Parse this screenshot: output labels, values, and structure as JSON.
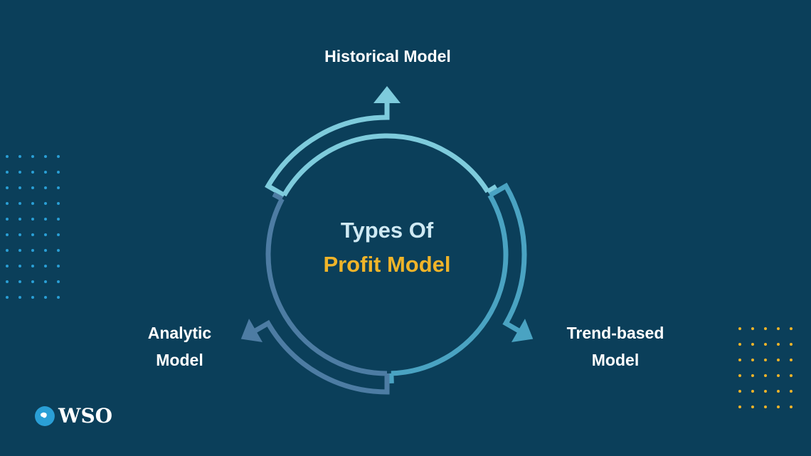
{
  "center": {
    "line1": "Types Of",
    "line2": "Profit Model"
  },
  "labels": {
    "top": "Historical Model",
    "right_line1": "Trend-based",
    "right_line2": "Model",
    "left_line1": "Analytic",
    "left_line2": "Model"
  },
  "logo": {
    "text": "WSO"
  },
  "colors": {
    "background": "#0b3f5a",
    "segment_top": "#7ecbdc",
    "segment_right": "#4aa3c2",
    "segment_left": "#4d7ca3",
    "center_line1": "#cfe9f3",
    "center_line2": "#f0b429",
    "dots_left": "#2a9fd6",
    "dots_right": "#f0b429"
  }
}
